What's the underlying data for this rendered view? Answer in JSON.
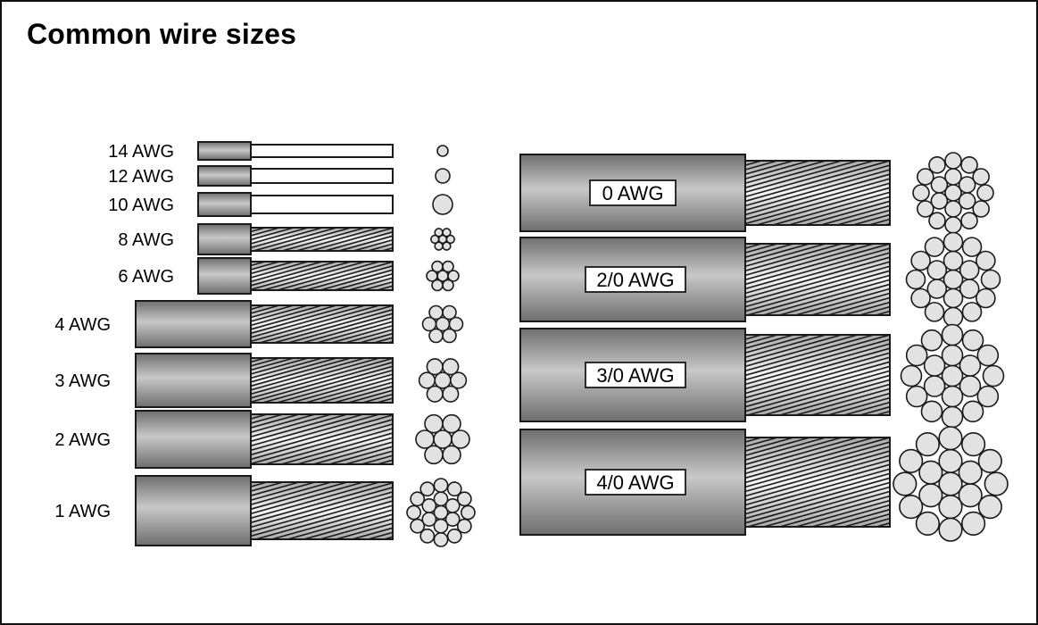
{
  "title": "Common wire sizes",
  "colors": {
    "outline": "#1a1a1a",
    "insulation_dark": "#6e6e6e",
    "insulation_light": "#c8c8c8",
    "conductor_dark": "#a9a9a9",
    "conductor_light": "#f4f4f4",
    "strand_fill": "#e2e2e2"
  },
  "wires": [
    {
      "label": "14 AWG",
      "conductor": "solid"
    },
    {
      "label": "12 AWG",
      "conductor": "solid"
    },
    {
      "label": "10 AWG",
      "conductor": "solid"
    },
    {
      "label": "8 AWG",
      "conductor": "stranded"
    },
    {
      "label": "6 AWG",
      "conductor": "stranded"
    },
    {
      "label": "4 AWG",
      "conductor": "stranded"
    },
    {
      "label": "3 AWG",
      "conductor": "stranded"
    },
    {
      "label": "2 AWG",
      "conductor": "stranded"
    },
    {
      "label": "1 AWG",
      "conductor": "stranded"
    },
    {
      "label": "0 AWG",
      "conductor": "stranded"
    },
    {
      "label": "2/0 AWG",
      "conductor": "stranded"
    },
    {
      "label": "3/0 AWG",
      "conductor": "stranded"
    },
    {
      "label": "4/0 AWG",
      "conductor": "stranded"
    }
  ]
}
